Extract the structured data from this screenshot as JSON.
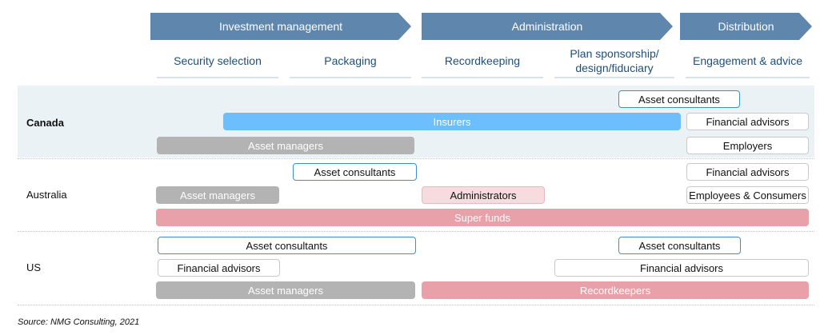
{
  "stages": [
    {
      "label": "Investment management"
    },
    {
      "label": "Administration"
    },
    {
      "label": "Distribution"
    }
  ],
  "subheaders": [
    {
      "label": "Security selection"
    },
    {
      "label": "Packaging"
    },
    {
      "label": "Recordkeeping"
    },
    {
      "label": "Plan sponsorship/ design/fiduciary"
    },
    {
      "label": "Engagement & advice"
    }
  ],
  "regions": {
    "canada": {
      "label": "Canada",
      "asset_consultants": "Asset consultants",
      "insurers": "Insurers",
      "financial_advisors": "Financial advisors",
      "asset_managers": "Asset managers",
      "employers": "Employers"
    },
    "australia": {
      "label": "Australia",
      "asset_consultants": "Asset consultants",
      "financial_advisors": "Financial advisors",
      "asset_managers": "Asset managers",
      "administrators": "Administrators",
      "employees_consumers": "Employees & Consumers",
      "super_funds": "Super funds"
    },
    "us": {
      "label": "US",
      "asset_consultants_left": "Asset consultants",
      "asset_consultants_right": "Asset consultants",
      "financial_advisors_left": "Financial advisors",
      "financial_advisors_right": "Financial advisors",
      "asset_managers": "Asset managers",
      "recordkeepers": "Recordkeepers"
    }
  },
  "source": "Source: NMG Consulting, 2021",
  "colors": {
    "chevron": "#5f86ad",
    "subheader_text": "#1f4e79",
    "canada_band": "#eaf2f5",
    "insurers": "#6dbefc",
    "asset_managers": "#b3b3b3",
    "super_funds": "#e8a0a9",
    "administrators": "#f6dcdf",
    "outline_blue": "#3b8fd6"
  }
}
